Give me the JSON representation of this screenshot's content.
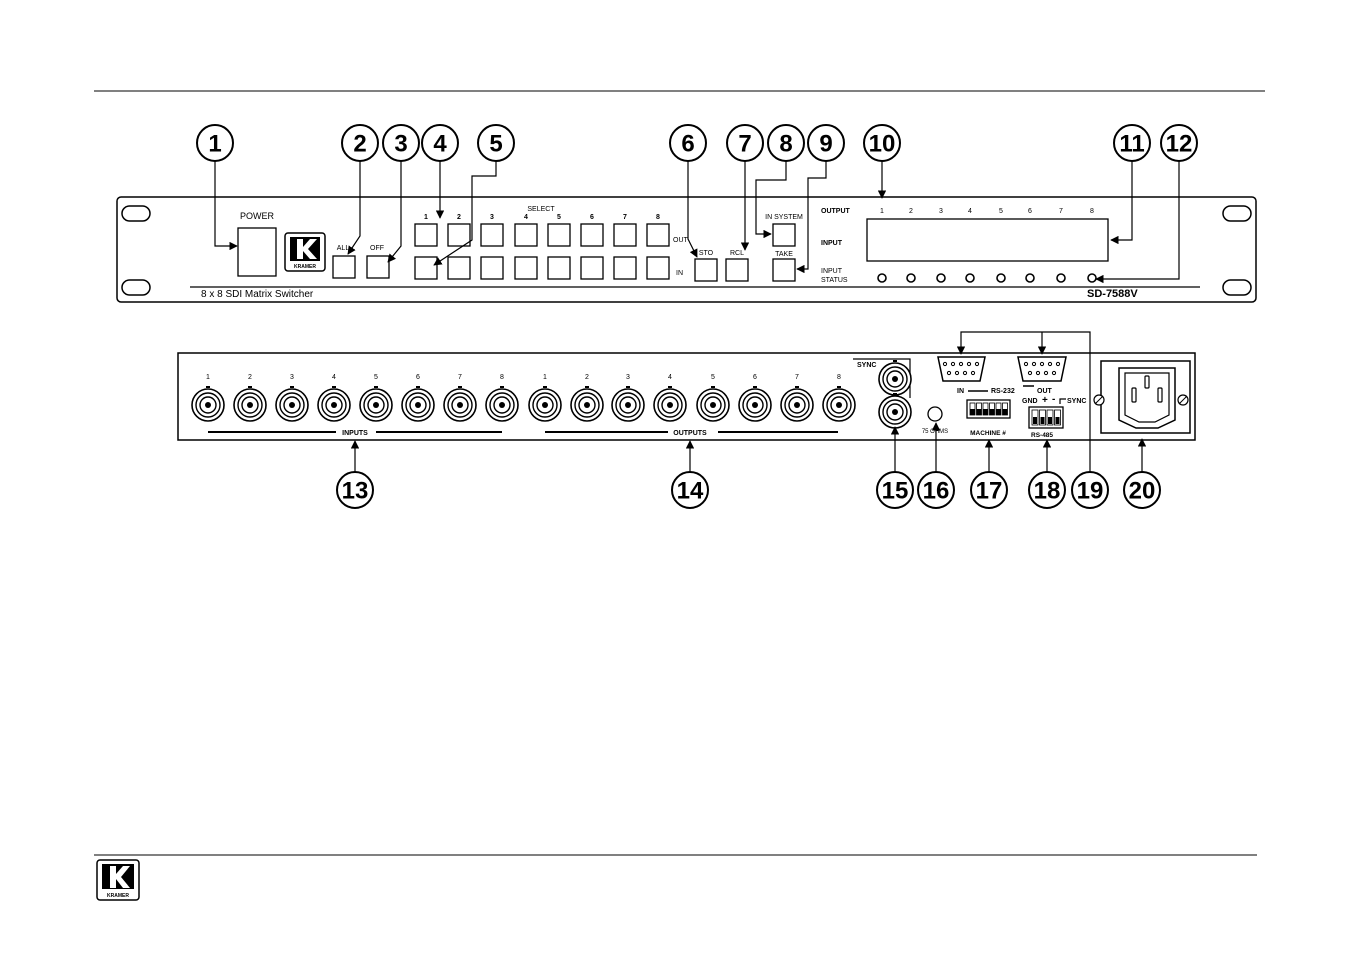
{
  "front_panel": {
    "power_label": "POWER",
    "brand": "KRAMER",
    "all_label": "ALL",
    "off_label": "OFF",
    "select_label": "SELECT",
    "select_numbers": [
      "1",
      "2",
      "3",
      "4",
      "5",
      "6",
      "7",
      "8"
    ],
    "out_label": "OUT",
    "in_label": "IN",
    "sto_label": "STO",
    "rcl_label": "RCL",
    "in_system_label": "IN SYSTEM",
    "take_label": "TAKE",
    "output_label": "OUTPUT",
    "input_label": "INPUT",
    "input_status_line1": "INPUT",
    "input_status_line2": "STATUS",
    "output_numbers": [
      "1",
      "2",
      "3",
      "4",
      "5",
      "6",
      "7",
      "8"
    ],
    "model_description": "8 x 8 SDI Matrix Switcher",
    "model_number": "SD-7588V"
  },
  "rear_panel": {
    "input_numbers": [
      "1",
      "2",
      "3",
      "4",
      "5",
      "6",
      "7",
      "8"
    ],
    "output_numbers": [
      "1",
      "2",
      "3",
      "4",
      "5",
      "6",
      "7",
      "8"
    ],
    "inputs_label": "INPUTS",
    "outputs_label": "OUTPUTS",
    "sync_label": "SYNC",
    "ohms_label": "75 OHMS",
    "in_label": "IN",
    "rs232_label": "RS-232",
    "out_label": "OUT",
    "machine_label": "MACHINE #",
    "gnd_label": "GND",
    "plus_label": "+",
    "minus_label": "-",
    "sync485_label": "SYNC",
    "rs485_label": "RS-485"
  },
  "callouts": [
    "1",
    "2",
    "3",
    "4",
    "5",
    "6",
    "7",
    "8",
    "9",
    "10",
    "11",
    "12",
    "13",
    "14",
    "15",
    "16",
    "17",
    "18",
    "19",
    "20"
  ],
  "footer": {
    "brand": "KRAMER"
  }
}
